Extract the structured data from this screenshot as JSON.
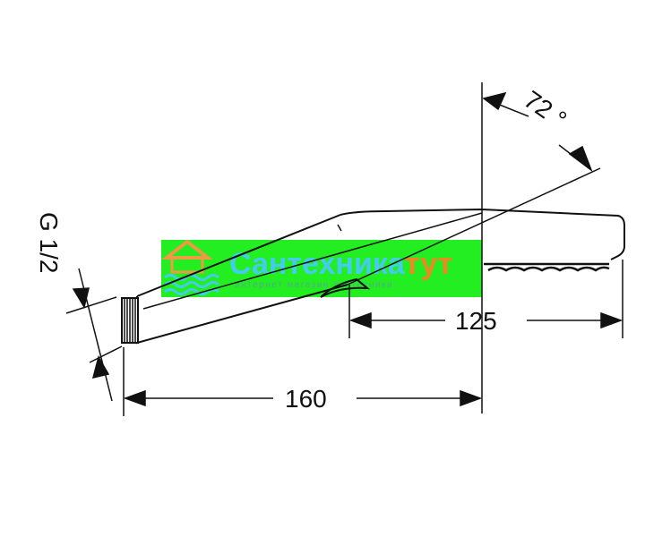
{
  "dimensions": {
    "total_length": "160",
    "head_length": "125",
    "angle": "72 °",
    "thread": "G 1/2"
  },
  "watermark": {
    "brand_main": "Сантехника",
    "brand_accent": "тут",
    "tagline": "интернет магазин сантехники",
    "colors": {
      "banner": "#22ee22",
      "brand_main": "#44ccee",
      "brand_accent": "#ee8822",
      "tagline": "#55aa88",
      "logo": "#ee9944"
    }
  }
}
